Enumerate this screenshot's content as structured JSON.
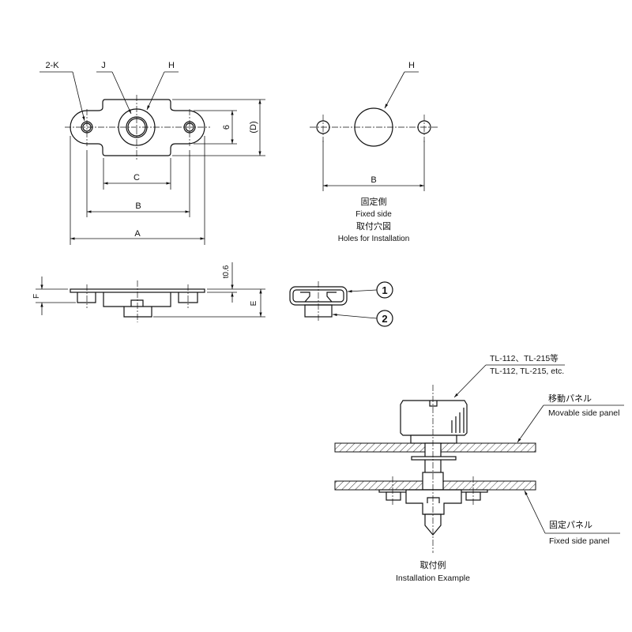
{
  "top_view": {
    "label_2k": "2-K",
    "label_j": "J",
    "label_h": "H",
    "dim_6": "6",
    "dim_d": "(D)",
    "dim_c": "C",
    "dim_b": "B",
    "dim_a": "A"
  },
  "fixed_side": {
    "label_h": "H",
    "dim_b": "B",
    "title_jp": "固定側",
    "title_en": "Fixed side",
    "subtitle_jp": "取付穴図",
    "subtitle_en": "Holes for Installation"
  },
  "side_view": {
    "dim_f": "F",
    "dim_t": "t0.6",
    "dim_e": "E",
    "part_1": "1",
    "part_2": "2"
  },
  "installation": {
    "screw_jp": "TL-112、TL-215等",
    "screw_en": "TL-112, TL-215, etc.",
    "movable_jp": "移動パネル",
    "movable_en": "Movable side panel",
    "fixed_jp": "固定パネル",
    "fixed_en": "Fixed side panel",
    "title_jp": "取付例",
    "title_en": "Installation Example"
  }
}
